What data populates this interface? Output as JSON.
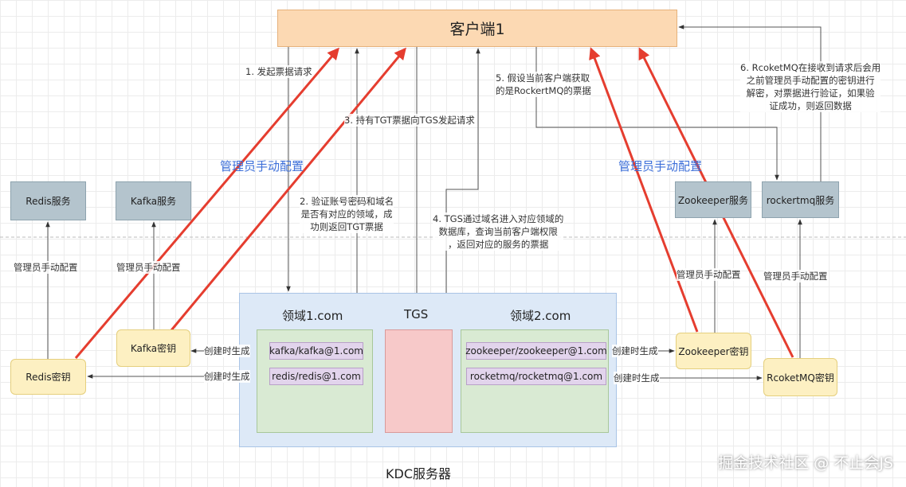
{
  "client": "客户端1",
  "services": {
    "redis": "Redis服务",
    "kafka": "Kafka服务",
    "zookeeper": "Zookeeper服务",
    "rocketmq": "rockertmq服务"
  },
  "keys": {
    "redis": "Redis密钥",
    "kafka": "Kafka密钥",
    "zookeeper": "Zookeeper密钥",
    "rocketmq": "RcoketMQ密钥"
  },
  "kdc": {
    "label": "KDC服务器",
    "realm1": "领域1.com",
    "tgs": "TGS",
    "realm2": "领域2.com",
    "p_kafka": "kafka/kafka@1.com",
    "p_redis": "redis/redis@1.com",
    "p_zk": "zookeeper/zookeeper@1.com",
    "p_rmq": "rocketmq/rocketmq@1.com"
  },
  "labels": {
    "admin_left": "管理员手动配置",
    "admin_right": "管理员手动配置",
    "admin_redis": "管理员手动配置",
    "admin_kafka": "管理员手动配置",
    "admin_zk": "管理员手动配置",
    "admin_rmq": "管理员手动配置",
    "gen_kafka": "创建时生成",
    "gen_redis": "创建时生成",
    "gen_zk": "创建时生成",
    "gen_rmq": "创建时生成"
  },
  "steps": {
    "s1": "1. 发起票据请求",
    "s2": [
      "2. 验证账号密码和域名",
      "是否有对应的领域，成",
      "功则返回TGT票据"
    ],
    "s3": "3. 持有TGT票据向TGS发起请求",
    "s4": [
      "4. TGS通过域名进入对应领域的",
      "数据库，查询当前客户端权限",
      "，返回对应的服务的票据"
    ],
    "s5": [
      "5. 假设当前客户端获取",
      "的是RockertMQ的票据"
    ],
    "s6": [
      "6. RcoketMQ在接收到请求后会用",
      "之前管理员手动配置的密钥进行",
      "解密，对票据进行验证，如果验",
      "证成功，则返回数据"
    ]
  },
  "watermark": "掘金技术社区 @ 不止会JS"
}
